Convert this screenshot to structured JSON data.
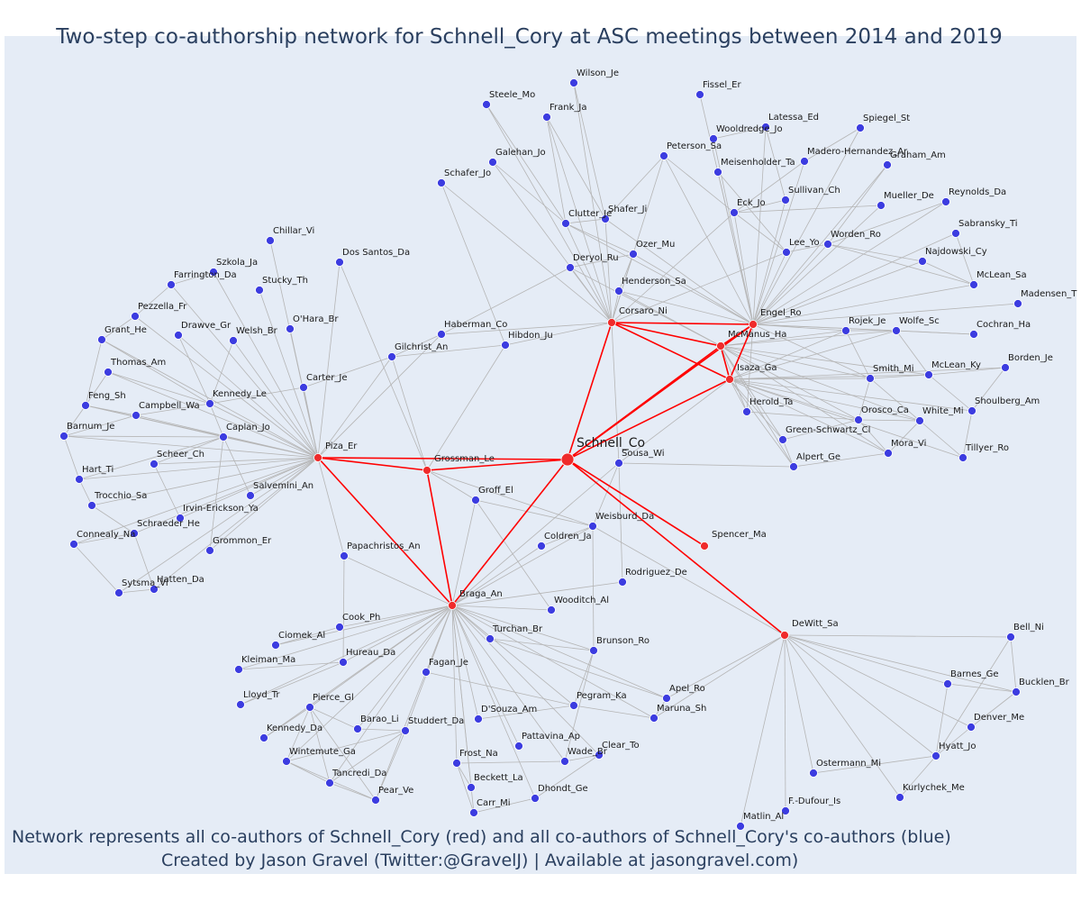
{
  "title": "Two-step co-authorship network for Schnell_Cory at ASC meetings between 2014 and 2019",
  "caption_line1": "Network represents all co-authors of Schnell_Cory (red) and all co-authors of Schnell_Cory's co-authors (blue)",
  "caption_line2": "Created by Jason Gravel (Twitter:@GravelJ) | Available at jasongravel.com)",
  "colors": {
    "first_degree": "#ef2b2b",
    "second_degree": "#3c3ce0",
    "center": "#ef2b2b",
    "edge_red": "#ff0000",
    "edge_gray": "#b5b5b5"
  },
  "center": {
    "label": "Schnell_Co"
  },
  "coauthors": [
    "Grossman_Le",
    "Piza_Er",
    "Braga_An",
    "Corsaro_Ni",
    "Engel_Ro",
    "McManus_Ha",
    "Isaza_Ga",
    "Spencer_Ma",
    "DeWitt_Sa"
  ],
  "second_degree": [
    "Wilson_Je",
    "Steele_Mo",
    "Frank_Ja",
    "Fissel_Er",
    "Wooldredge_Jo",
    "Latessa_Ed",
    "Spiegel_St",
    "Galehan_Jo",
    "Peterson_Sa",
    "Madero-Hernandez_Ar",
    "Graham_Am",
    "Schafer_Jo",
    "Meisenholder_Ta",
    "Sullivan_Ch",
    "Mueller_De",
    "Reynolds_Da",
    "Clutter_Je",
    "Shafer_Ji",
    "Eck_Jo",
    "Sabransky_Ti",
    "Lee_Yo",
    "Worden_Ro",
    "Ozer_Mu",
    "Deryol_Ru",
    "Najdowski_Cy",
    "McLean_Sa",
    "Henderson_Sa",
    "Madensen_T",
    "Haberman_Co",
    "Hibdon_Ju",
    "Cochran_Ha",
    "Rojek_Je",
    "Wolfe_Sc",
    "Borden_Je",
    "Gilchrist_An",
    "Smith_Mi",
    "McLean_Ky",
    "Herold_Ta",
    "Shoulberg_Am",
    "Orosco_Ca",
    "White_Mi",
    "Green-Schwartz_Cl",
    "Mora_Vi",
    "Tillyer_Ro",
    "Alpert_Ge",
    "Sousa_Wi",
    "Groff_El",
    "Weisburd_Da",
    "Coldren_Ja",
    "Rodriguez_De",
    "Wooditch_Al",
    "Chillar_Vi",
    "Dos Santos_Da",
    "Szkola_Ja",
    "Farrington_Da",
    "Stucky_Th",
    "Pezzella_Fr",
    "O'Hara_Br",
    "Drawve_Gr",
    "Welsh_Br",
    "Grant_He",
    "Thomas_Am",
    "Carter_Je",
    "Kennedy_Le",
    "Campbell_Wa",
    "Feng_Sh",
    "Caplan_Jo",
    "Barnum_Je",
    "Scheer_Ch",
    "Hart_Ti",
    "Salvemini_An",
    "Trocchio_Sa",
    "Irvin-Erickson_Ya",
    "Schraeder_He",
    "Connealy_Na",
    "Grommon_Er",
    "Sytsma_Vi",
    "Hatten_Da",
    "Papachristos_An",
    "Cook_Ph",
    "Ciomek_Al",
    "Turchan_Br",
    "Brunson_Ro",
    "Kleiman_Ma",
    "Hureau_Da",
    "Fagan_Je",
    "Lloyd_Tr",
    "Pierce_Gl",
    "Apel_Ro",
    "Pegram_Ka",
    "Maruna_Sh",
    "D'Souza_Am",
    "Barao_Li",
    "Studdert_Da",
    "Kennedy_Da",
    "Pattavina_Ap",
    "Clear_To",
    "Wade_Br",
    "Wintemute_Ga",
    "Frost_Na",
    "Tancredi_Da",
    "Beckett_La",
    "Pear_Ve",
    "Carr_Mi",
    "Dhondt_Ge",
    "Bell_Ni",
    "Barnes_Ge",
    "Bucklen_Br",
    "Denver_Me",
    "Hyatt_Jo",
    "Ostermann_Mi",
    "Kurlychek_Me",
    "F.-Dufour_Is",
    "Matlin_Al"
  ]
}
